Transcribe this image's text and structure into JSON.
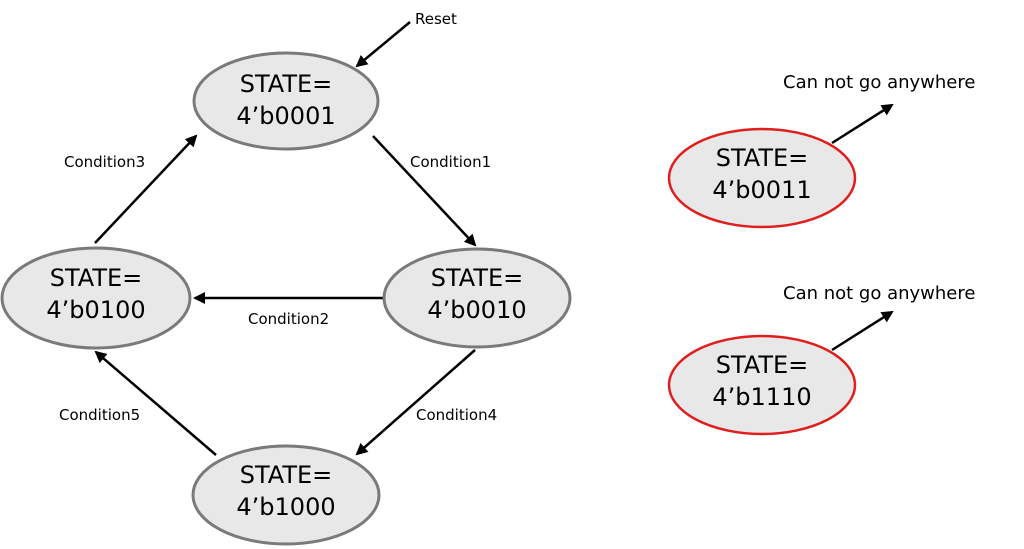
{
  "diagram": {
    "states": {
      "s0001": {
        "line1": "STATE=",
        "line2": "4’b0001"
      },
      "s0010": {
        "line1": "STATE=",
        "line2": "4’b0010"
      },
      "s0100": {
        "line1": "STATE=",
        "line2": "4’b0100"
      },
      "s1000": {
        "line1": "STATE=",
        "line2": "4’b1000"
      },
      "s0011": {
        "line1": "STATE=",
        "line2": "4’b0011"
      },
      "s1110": {
        "line1": "STATE=",
        "line2": "4’b1110"
      }
    },
    "transitions": {
      "reset": "Reset",
      "condition1": "Condition1",
      "condition2": "Condition2",
      "condition3": "Condition3",
      "condition4": "Condition4",
      "condition5": "Condition5"
    },
    "notes": {
      "note_0011": "Can not go anywhere",
      "note_1110": "Can not go anywhere"
    },
    "colors": {
      "normal_state_border": "#7a7a7a",
      "dead_state_border": "#e01e1e",
      "state_fill": "#e8e8e8"
    }
  }
}
